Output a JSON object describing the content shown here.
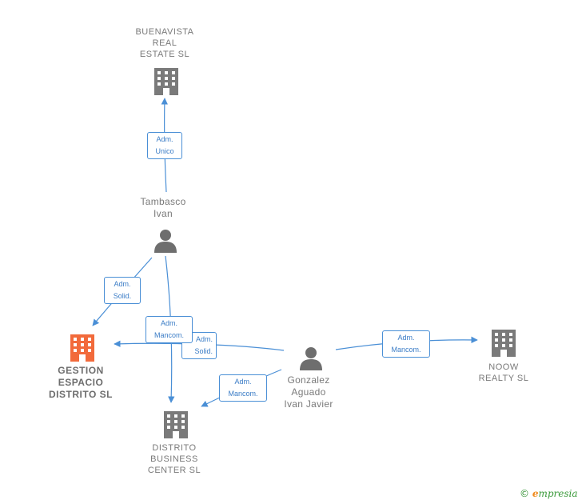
{
  "nodes": {
    "buenavista": {
      "label": "BUENAVISTA\nREAL\nESTATE SL"
    },
    "tambasco": {
      "label": "Tambasco\nIvan"
    },
    "gestion": {
      "label": "GESTION\nESPACIO\nDISTRITO  SL"
    },
    "distrito": {
      "label": "DISTRITO\nBUSINESS\nCENTER  SL"
    },
    "gonzalez": {
      "label": "Gonzalez\nAguado\nIvan Javier"
    },
    "noow": {
      "label": "NOOW\nREALTY  SL"
    }
  },
  "edges": {
    "tambasco_buenavista": "Adm.\nUnico",
    "tambasco_gestion": "Adm.\nSolid.",
    "tambasco_distrito": "Adm.\nMancom.",
    "gonzalez_gestion": "Adm.\nSolid.",
    "gonzalez_distrito": "Adm.\nMancom.",
    "gonzalez_noow": "Adm.\nMancom."
  },
  "brand": {
    "copyright": "©",
    "initial": "e",
    "name": "mpresia"
  },
  "colors": {
    "edge": "#4a8fd6",
    "company": "#7a7a7a",
    "focus_company": "#f26a3b",
    "person": "#6e6e6e"
  }
}
